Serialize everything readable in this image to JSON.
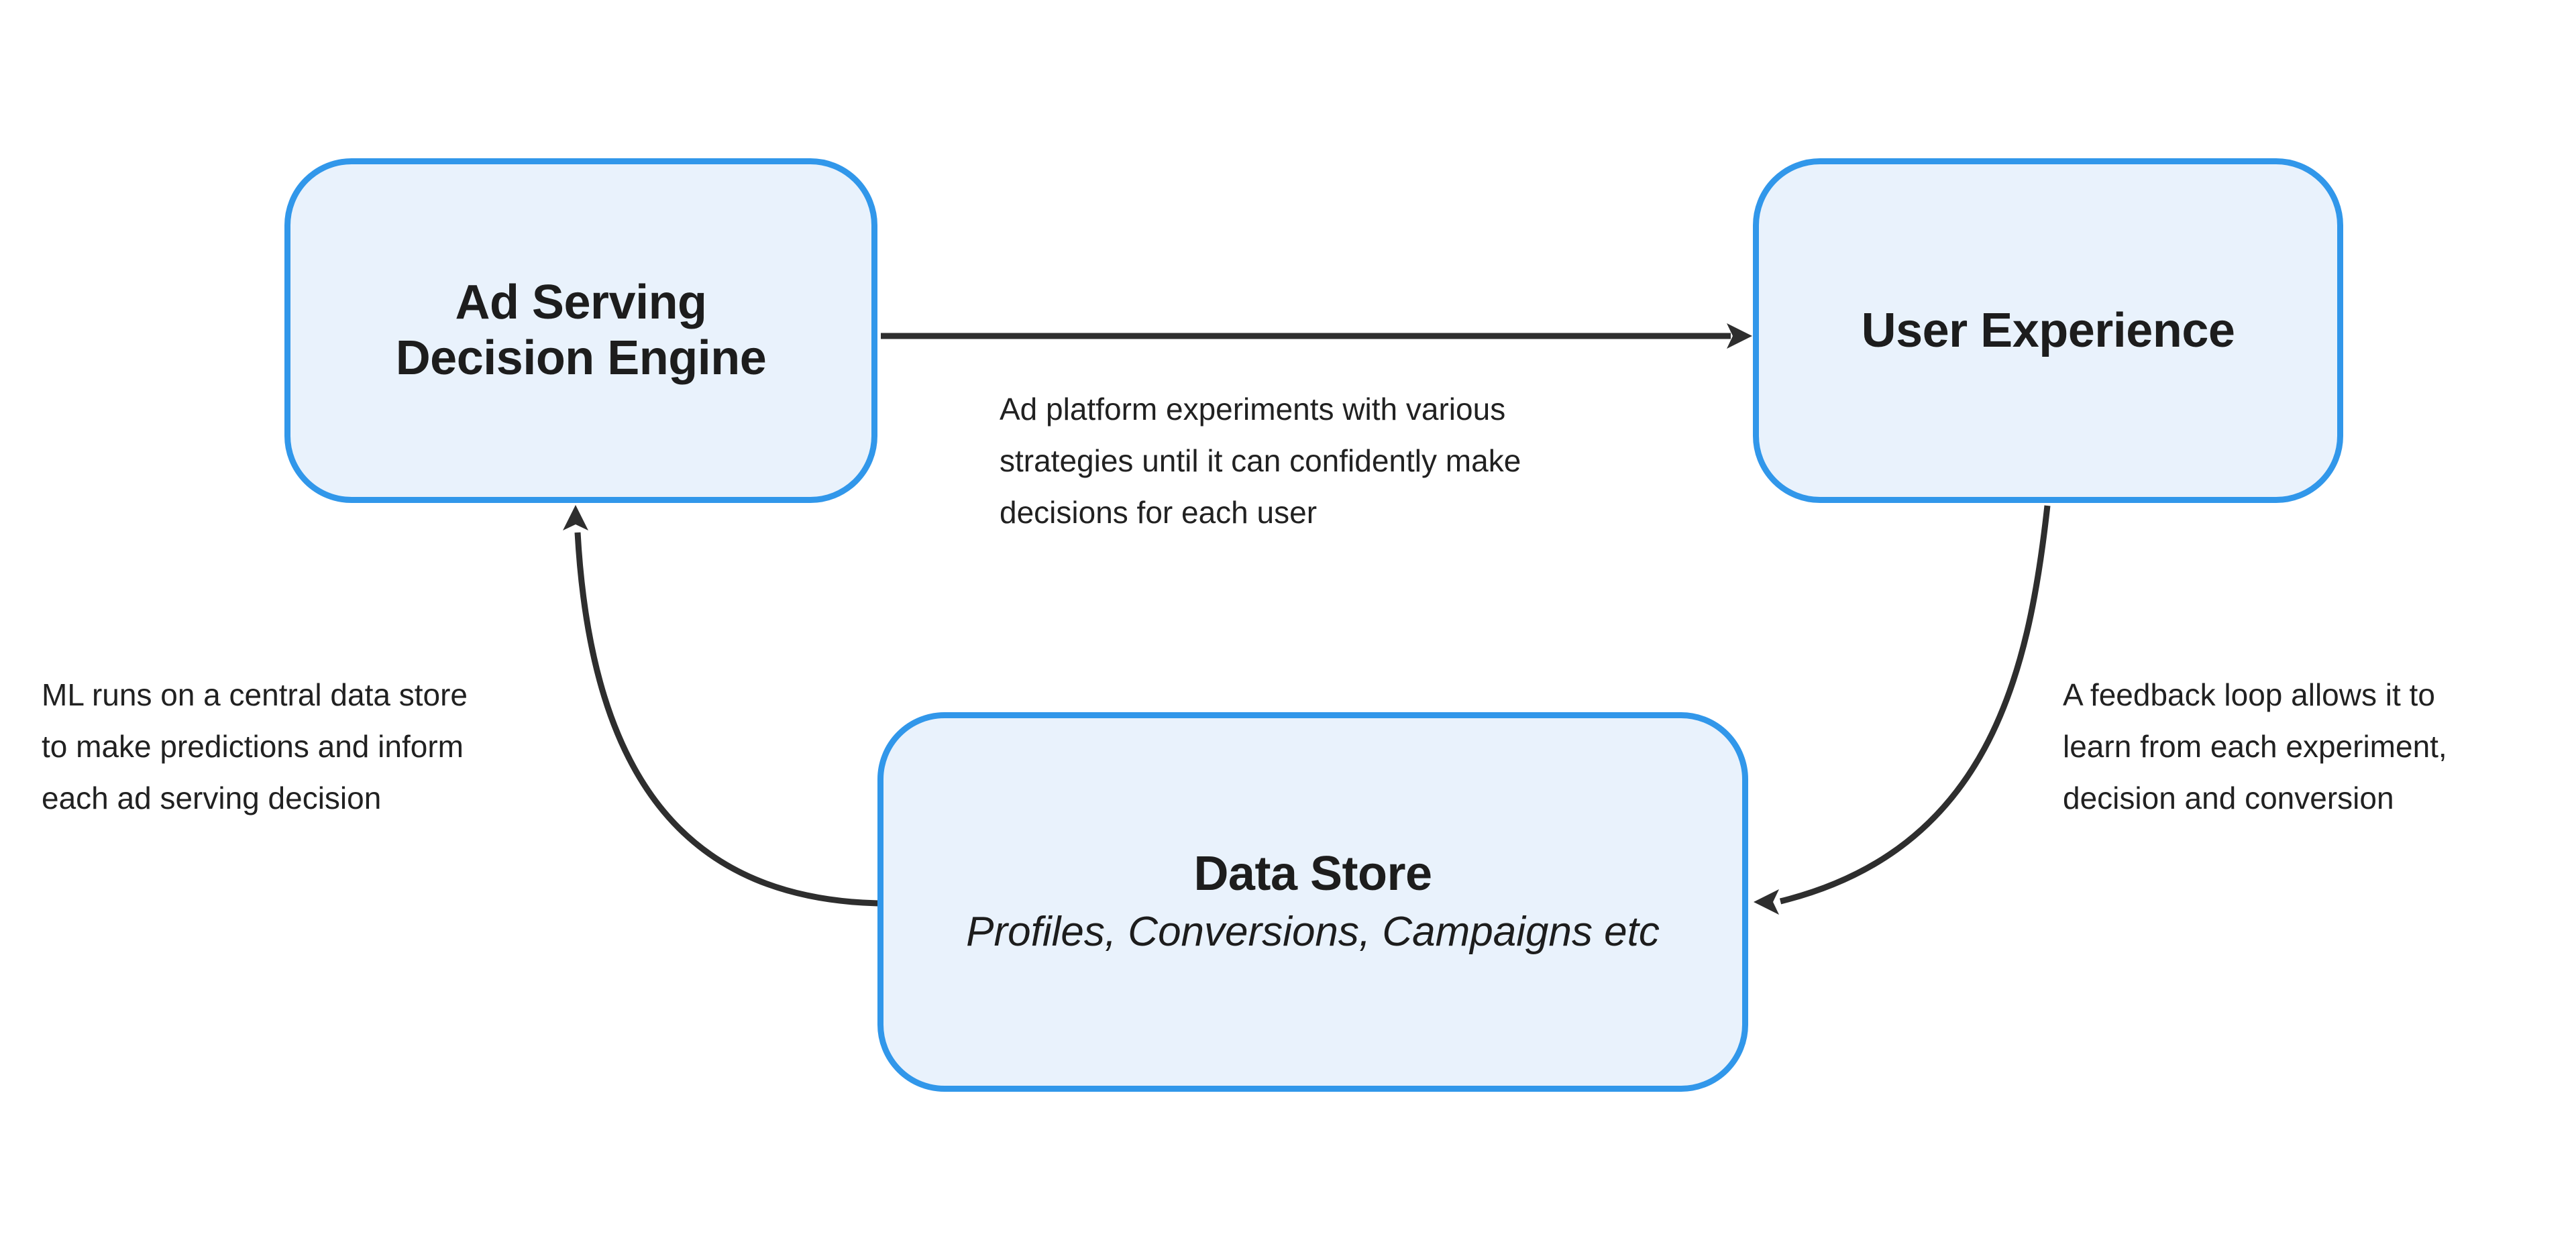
{
  "palette": {
    "background": "#ffffff",
    "node_fill": "#e9f2fc",
    "node_border": "#3197ea",
    "arrow": "#2e2e2e",
    "heading_text": "#1d1d1d",
    "body_text": "#212121"
  },
  "nodes": {
    "ad_serving": {
      "line1": "Ad Serving",
      "line2": "Decision Engine"
    },
    "user_experience": {
      "label": "User Experience"
    },
    "data_store": {
      "title": "Data Store",
      "subtitle": "Profiles, Conversions, Campaigns etc"
    }
  },
  "annotations": {
    "experiments": {
      "line1": "Ad platform experiments with various",
      "line2": "strategies until it can confidently make",
      "line3": "decisions for each user"
    },
    "ml": {
      "line1": "ML runs on a central data store",
      "line2": "to make predictions and inform",
      "line3": "each ad serving decision"
    },
    "feedback": {
      "line1": "A feedback loop allows it to",
      "line2": "learn from each experiment,",
      "line3": "decision and conversion"
    }
  },
  "edges": [
    {
      "from": "Ad Serving Decision Engine",
      "to": "User Experience",
      "style": "straight"
    },
    {
      "from": "User Experience",
      "to": "Data Store",
      "style": "curved"
    },
    {
      "from": "Data Store",
      "to": "Ad Serving Decision Engine",
      "style": "curved"
    }
  ]
}
